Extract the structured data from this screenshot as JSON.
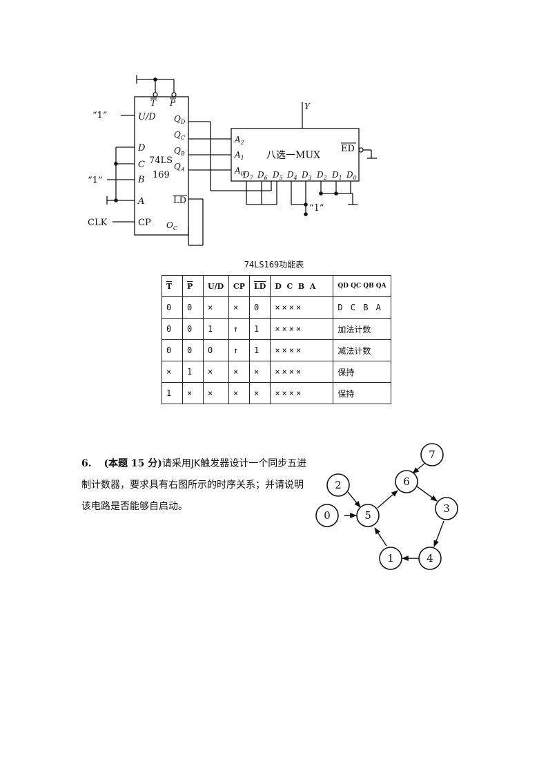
{
  "circuit": {
    "chip_name": "74LS",
    "chip_number": "169",
    "pin_ud": "U/D",
    "pin_d": "D",
    "pin_c": "C",
    "pin_b": "B",
    "pin_a": "A",
    "pin_cp": "CP",
    "pin_t": "T",
    "pin_p": "P",
    "pin_qd": "Q",
    "pin_qd_sub": "D",
    "pin_qc": "Q",
    "pin_qc_sub": "C",
    "pin_qb": "Q",
    "pin_qb_sub": "B",
    "pin_qa": "Q",
    "pin_qa_sub": "A",
    "pin_ld": "LD",
    "pin_oc": "O",
    "pin_oc_sub": "C",
    "input_one_top": "“1”",
    "input_one_mid": "“1”",
    "clock_label": "CLK",
    "mux_label": "八选一MUX",
    "mux_output": "Y",
    "mux_enable": "ED",
    "mux_sel_a2": "A",
    "mux_sel_a2_sub": "2",
    "mux_sel_a1": "A",
    "mux_sel_a1_sub": "1",
    "mux_sel_a0": "A",
    "mux_sel_a0_sub": "0",
    "mux_inputs": [
      {
        "name": "D",
        "sub": "7"
      },
      {
        "name": "D",
        "sub": "6"
      },
      {
        "name": "D",
        "sub": "5"
      },
      {
        "name": "D",
        "sub": "4"
      },
      {
        "name": "D",
        "sub": "3"
      },
      {
        "name": "D",
        "sub": "2"
      },
      {
        "name": "D",
        "sub": "1"
      },
      {
        "name": "D",
        "sub": "0"
      }
    ],
    "input_one_bottom": "“1”"
  },
  "function_table": {
    "caption": "74LS169功能表",
    "headers": [
      "T",
      "P",
      "U/D",
      "CP",
      "LD",
      "D  C  B  A",
      "QD QC QB QA"
    ],
    "rows": [
      [
        "0",
        "0",
        "×",
        "×",
        "0",
        "××××",
        "D C B A"
      ],
      [
        "0",
        "0",
        "1",
        "↑",
        "1",
        "××××",
        "加法计数"
      ],
      [
        "0",
        "0",
        "0",
        "↑",
        "1",
        "××××",
        "减法计数"
      ],
      [
        "×",
        "1",
        "×",
        "×",
        "×",
        "××××",
        "保持"
      ],
      [
        "1",
        "×",
        "×",
        "×",
        "×",
        "××××",
        "保持"
      ]
    ]
  },
  "question": {
    "number": "6.",
    "score": "(本题 15 分)",
    "text": "请采用JK触发器设计一个同步五进制计数器，要求具有右图所示的时序关系；并请说明该电路是否能够自启动。"
  },
  "state_graph": {
    "nodes": [
      "7",
      "2",
      "6",
      "0",
      "5",
      "3",
      "1",
      "4"
    ]
  }
}
